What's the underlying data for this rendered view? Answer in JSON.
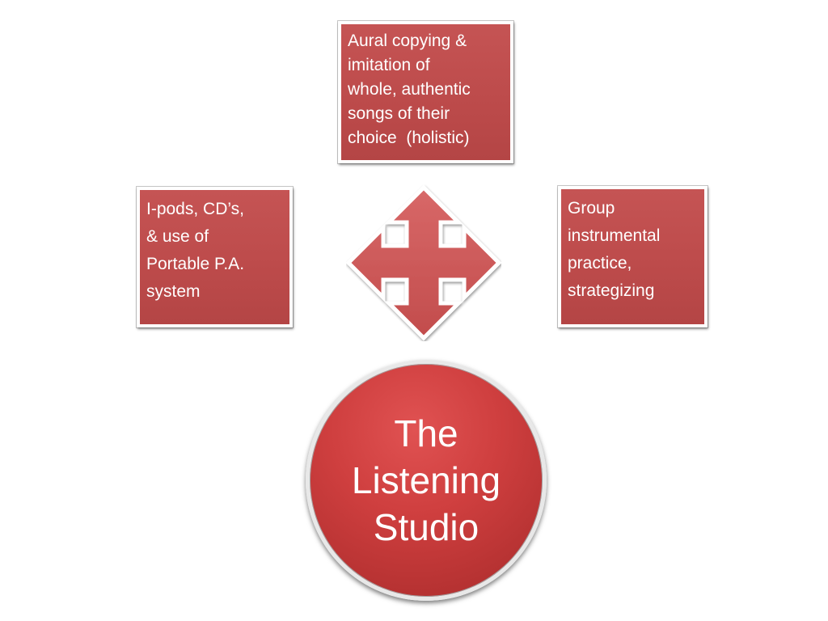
{
  "boxes": {
    "top": {
      "lines": [
        "Aural copying &",
        "imitation of",
        "whole, authentic",
        "songs of their",
        "choice  (holistic)"
      ]
    },
    "left": {
      "lines": [
        "I-pods, CD’s,",
        "& use of",
        "Portable P.A.",
        "system"
      ]
    },
    "right": {
      "lines": [
        "Group",
        "instrumental",
        "practice,",
        "strategizing"
      ]
    }
  },
  "center": {
    "lines": [
      "The",
      "Listening",
      "Studio"
    ]
  },
  "icons": {
    "arrows": "four-way-arrow-icon"
  },
  "colors": {
    "box_fill": "#bd4b4b",
    "circle_fill": "#cf3f3f",
    "arrow_fill": "#cd5c5c",
    "text": "#ffffff"
  }
}
